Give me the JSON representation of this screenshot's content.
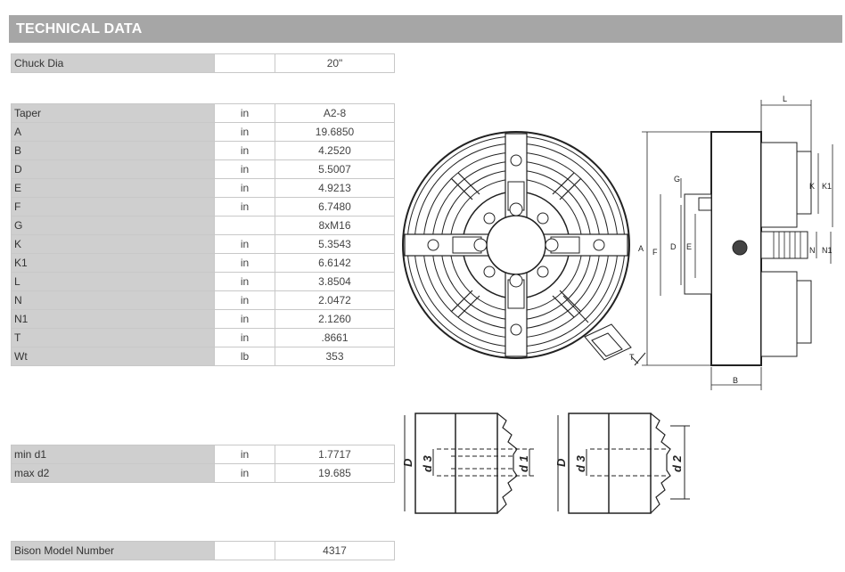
{
  "header": {
    "title": "TECHNICAL DATA"
  },
  "chuck": {
    "label": "Chuck Dia",
    "unit": "",
    "value": "20\""
  },
  "specs": [
    {
      "label": "Taper",
      "unit": "in",
      "value": "A2-8"
    },
    {
      "label": "A",
      "unit": "in",
      "value": "19.6850"
    },
    {
      "label": "B",
      "unit": "in",
      "value": "4.2520"
    },
    {
      "label": "D",
      "unit": "in",
      "value": "5.5007"
    },
    {
      "label": "E",
      "unit": "in",
      "value": "4.9213"
    },
    {
      "label": "F",
      "unit": "in",
      "value": "6.7480"
    },
    {
      "label": "G",
      "unit": "",
      "value": "8xM16"
    },
    {
      "label": "K",
      "unit": "in",
      "value": "5.3543"
    },
    {
      "label": "K1",
      "unit": "in",
      "value": "6.6142"
    },
    {
      "label": "L",
      "unit": "in",
      "value": "3.8504"
    },
    {
      "label": "N",
      "unit": "in",
      "value": "2.0472"
    },
    {
      "label": "N1",
      "unit": "in",
      "value": "2.1260"
    },
    {
      "label": "T",
      "unit": "in",
      "value": ".8661"
    },
    {
      "label": "Wt",
      "unit": "lb",
      "value": "353"
    }
  ],
  "capacity": [
    {
      "label": "min d1",
      "unit": "in",
      "value": "1.7717"
    },
    {
      "label": "max d2",
      "unit": "in",
      "value": "19.685"
    }
  ],
  "model": {
    "label": "Bison Model Number",
    "unit": "",
    "value": "4317"
  },
  "drawing_labels": {
    "side": {
      "L": "L",
      "G": "G",
      "K": "K",
      "K1": "K1",
      "A": "A",
      "F": "F",
      "D": "D",
      "E": "E",
      "N": "N",
      "N1": "N1",
      "B": "B",
      "T": "T"
    },
    "grip1": {
      "D": "D",
      "d3": "d 3",
      "d1": "d 1"
    },
    "grip2": {
      "D": "D",
      "d3": "d 3",
      "d2": "d 2"
    }
  }
}
